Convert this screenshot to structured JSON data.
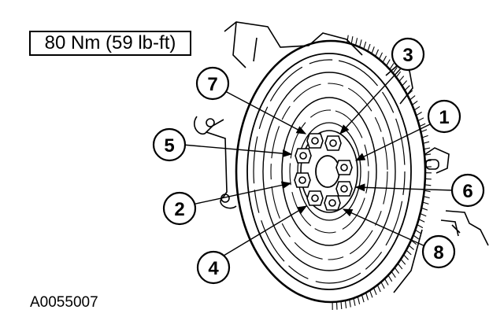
{
  "torque_spec": "80 Nm (59 lb-ft)",
  "figure_code": "A0055007",
  "callouts": [
    {
      "n": "1",
      "label": "1"
    },
    {
      "n": "2",
      "label": "2"
    },
    {
      "n": "3",
      "label": "3"
    },
    {
      "n": "4",
      "label": "4"
    },
    {
      "n": "5",
      "label": "5"
    },
    {
      "n": "6",
      "label": "6"
    },
    {
      "n": "7",
      "label": "7"
    },
    {
      "n": "8",
      "label": "8"
    }
  ]
}
